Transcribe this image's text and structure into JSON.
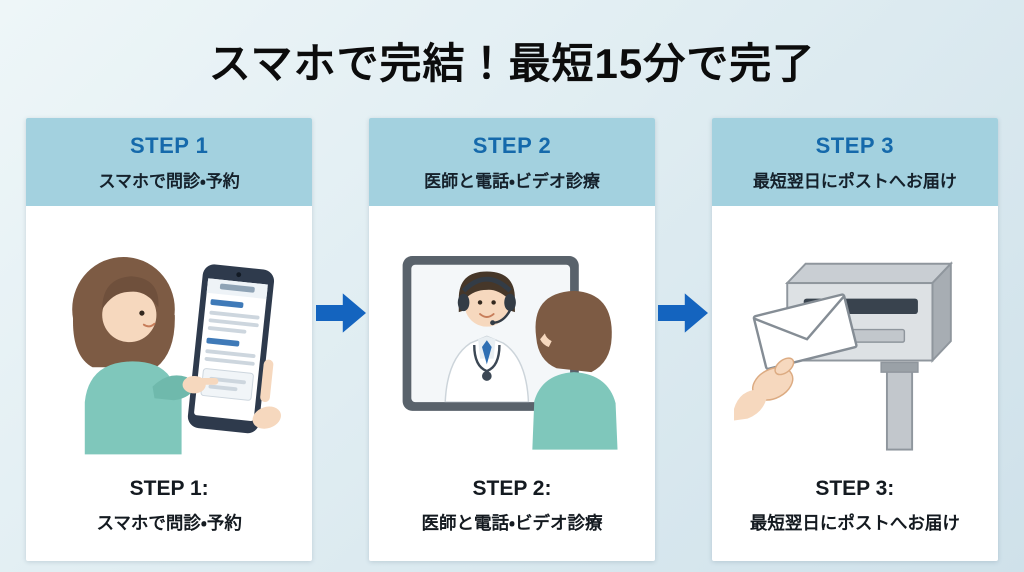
{
  "title": "スマホで完結！最短15分で完了",
  "steps": [
    {
      "header_label": "STEP 1",
      "header_subtitle": "スマホで問診・予約",
      "caption_label": "STEP 1:",
      "caption_text": "スマホで問診・予約",
      "illustration": "woman-using-smartphone"
    },
    {
      "header_label": "STEP 2",
      "header_subtitle": "医師と電話・ビデオ診療",
      "caption_label": "STEP 2:",
      "caption_text": "医師と電話・ビデオ診療",
      "illustration": "tablet-video-call-with-doctor"
    },
    {
      "header_label": "STEP 3",
      "header_subtitle": "最短翌日にポストへお届け",
      "caption_label": "STEP 3:",
      "caption_text": "最短翌日にポストへお届け",
      "illustration": "hand-posting-envelope-into-mailbox"
    }
  ],
  "icons": {
    "between_steps": "arrow-right-icon"
  },
  "colors": {
    "background_top": "#eef6f8",
    "background_bottom": "#cfe1ea",
    "card_bg": "#ffffff",
    "card_header_bg": "#a3d1df",
    "step_label": "#1569ab",
    "header_subtitle": "#15212b",
    "caption_text": "#141a20",
    "arrow": "#1464bf",
    "title": "#0c0c0c"
  }
}
